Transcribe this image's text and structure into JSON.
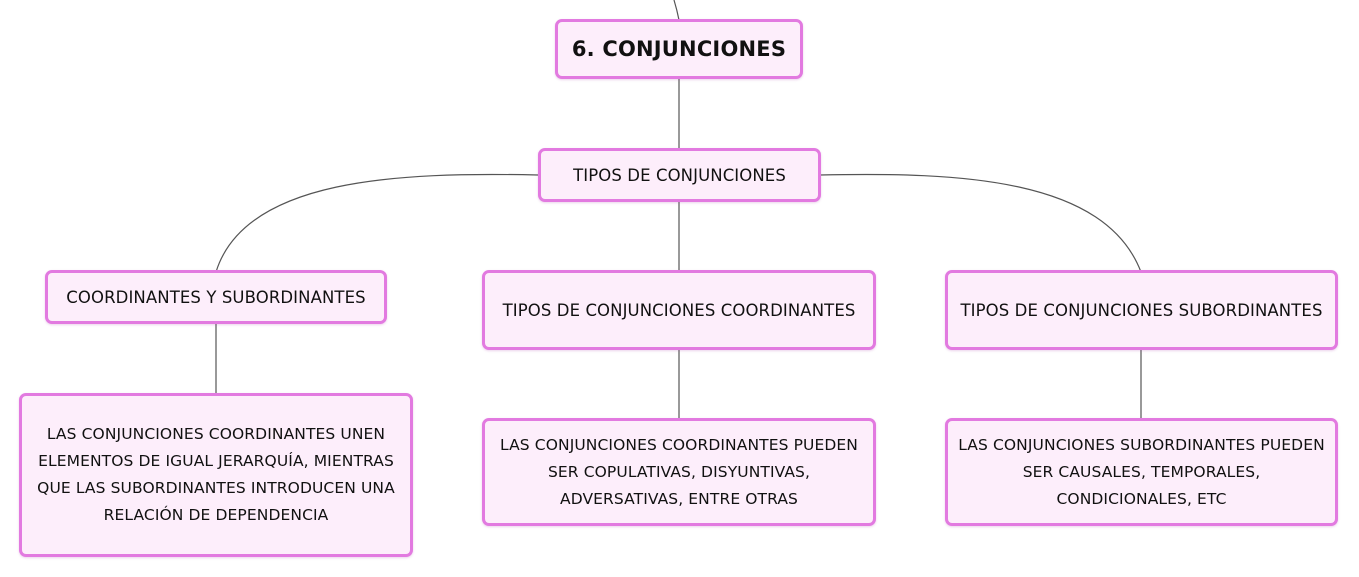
{
  "diagram": {
    "root": {
      "label": "6. CONJUNCIONES"
    },
    "types": {
      "label": "TIPOS DE CONJUNCIONES"
    },
    "branches": [
      {
        "label": "COORDINANTES Y SUBORDINANTES",
        "detail": "LAS CONJUNCIONES COORDINANTES UNEN ELEMENTOS DE IGUAL JERARQUÍA, MIENTRAS QUE LAS SUBORDINANTES INTRODUCEN UNA RELACIÓN DE DEPENDENCIA"
      },
      {
        "label": "TIPOS DE CONJUNCIONES COORDINANTES",
        "detail": "LAS CONJUNCIONES COORDINANTES PUEDEN SER COPULATIVAS, DISYUNTIVAS, ADVERSATIVAS, ENTRE OTRAS"
      },
      {
        "label": "TIPOS DE CONJUNCIONES SUBORDINANTES",
        "detail": "LAS CONJUNCIONES SUBORDINANTES PUEDEN SER CAUSALES, TEMPORALES, CONDICIONALES, ETC"
      }
    ]
  },
  "colors": {
    "node_fill": "#fdeefb",
    "node_border": "#e27ae0",
    "connector": "#555555"
  }
}
